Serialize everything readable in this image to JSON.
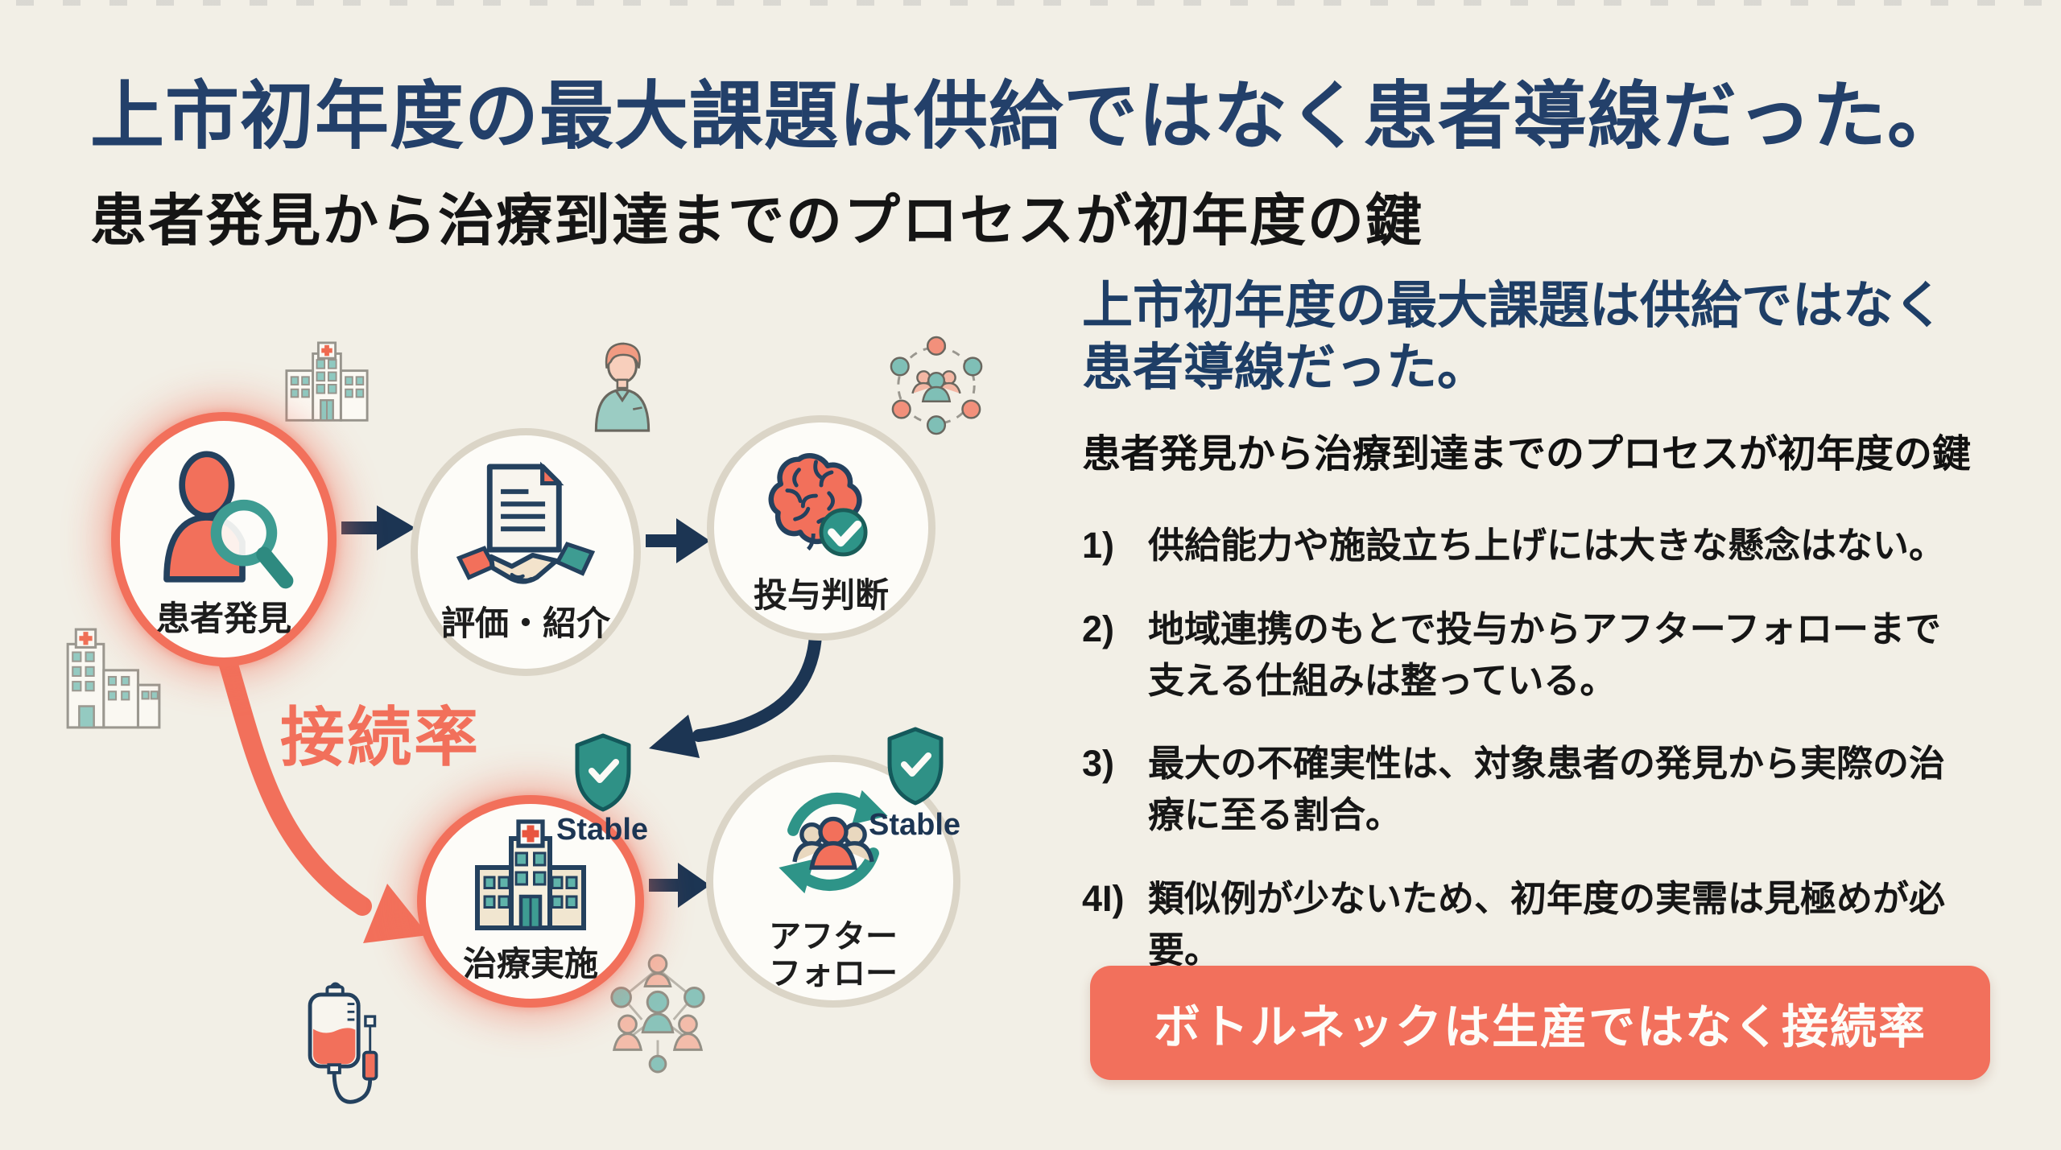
{
  "slide": {
    "title": "上市初年度の最大課題は供給ではなく患者導線だった。",
    "subtitle": "患者発見から治療到達までのプロセスが初年度の鍵"
  },
  "panel": {
    "heading": "上市初年度の最大課題は供給ではなく\n患者導線だった。",
    "subheading": "患者発見から治療到達までのプロセスが初年度の鍵",
    "items": [
      {
        "marker": "1)",
        "text": "供給能力や施設立ち上げには大きな懸念はない。"
      },
      {
        "marker": "2)",
        "text": "地域連携のもとで投与からアフターフォローまで\n支える仕組みは整っている。"
      },
      {
        "marker": "3)",
        "text": "最大の不確実性は、対象患者の発見から実際の治\n療に至る割合。"
      },
      {
        "marker": "4I)",
        "text": "類似例が少ないため、初年度の実需は見極めが必\n要。"
      }
    ],
    "banner": "ボトルネックは生産ではなく接続率"
  },
  "diagram": {
    "nodes": [
      {
        "label": "患者発見",
        "icon": "patient-search-icon",
        "highlighted": true
      },
      {
        "label": "評価・紹介",
        "icon": "document-handshake-icon",
        "highlighted": false
      },
      {
        "label": "投与判断",
        "icon": "brain-check-icon",
        "highlighted": false
      },
      {
        "label": "治療実施",
        "icon": "hospital-icon",
        "highlighted": true
      },
      {
        "label": "アフター\nフォロー",
        "icon": "cycle-people-icon",
        "highlighted": false
      }
    ],
    "connection_label": "接続率",
    "stable_badge": "Stable"
  },
  "colors": {
    "background": "#F2EFE6",
    "navy": "#1E3E66",
    "arrow_navy": "#1C3553",
    "coral": "#F2705C",
    "teal": "#2F9186",
    "ink": "#161616",
    "circle_border_gray": "#DBD5C7"
  }
}
